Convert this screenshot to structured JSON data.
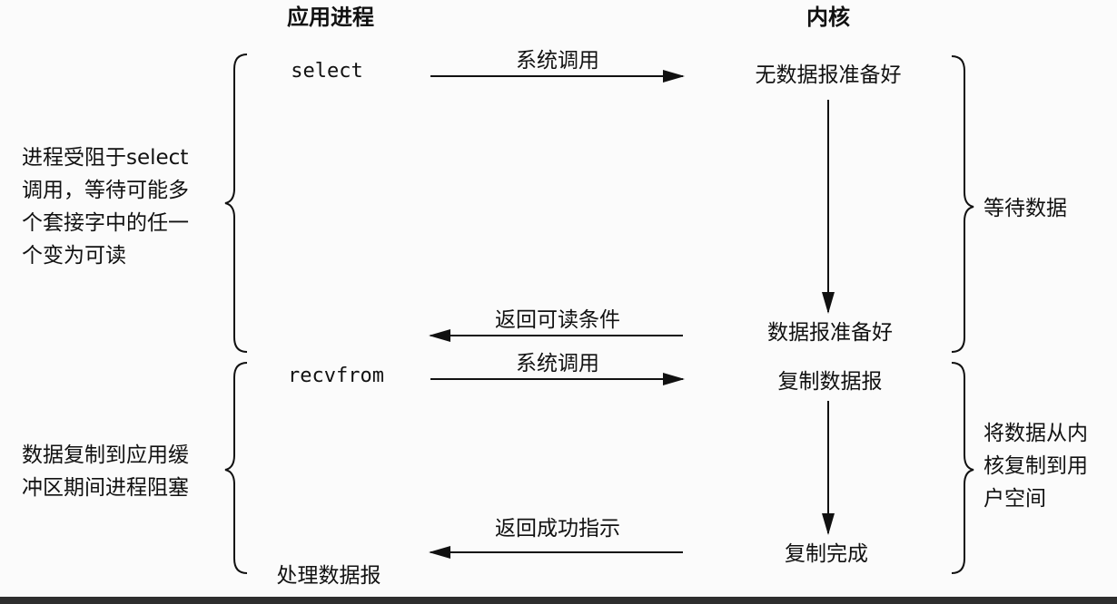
{
  "headers": {
    "app_process": "应用进程",
    "kernel": "内核"
  },
  "app_calls": {
    "select": "select",
    "recvfrom": "recvfrom",
    "process_datagram": "处理数据报"
  },
  "messages": {
    "syscall_1": "系统调用",
    "return_readable": "返回可读条件",
    "syscall_2": "系统调用",
    "return_success": "返回成功指示"
  },
  "kernel_states": {
    "no_datagram_ready": "无数据报准备好",
    "datagram_ready": "数据报准备好",
    "copy_datagram": "复制数据报",
    "copy_complete": "复制完成"
  },
  "left_notes": {
    "blocked_in_select": "进程受阻于select\n调用，等待可能多\n个套接字中的任一\n个变为可读",
    "blocked_during_copy": "数据复制到应用缓\n冲区期间进程阻塞"
  },
  "right_notes": {
    "wait_for_data": "等待数据",
    "copy_to_user": "将数据从内\n核复制到用\n户空间"
  }
}
